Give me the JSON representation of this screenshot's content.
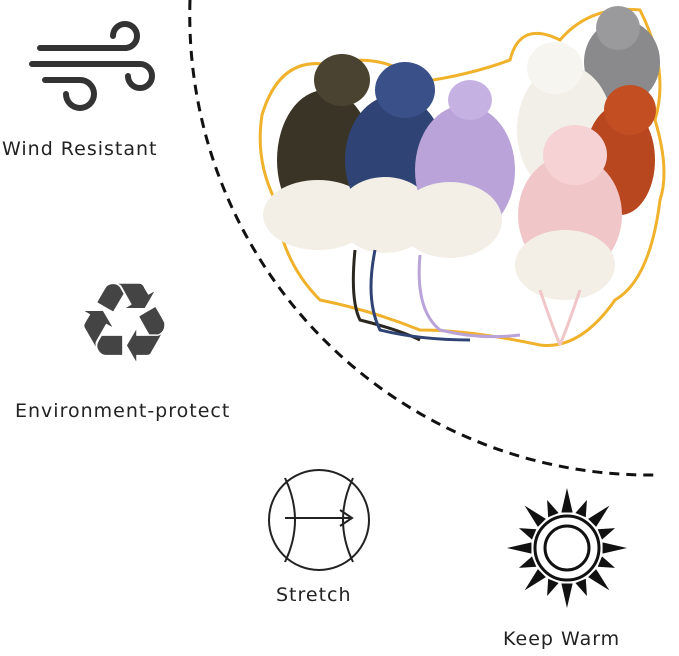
{
  "features": [
    {
      "label": "Wind Resistant",
      "icon": "wind-icon"
    },
    {
      "label": "Environment-protect",
      "icon": "recycle-icon"
    },
    {
      "label": "Stretch",
      "icon": "stretch-icon"
    },
    {
      "label": "Keep Warm",
      "icon": "sun-icon"
    }
  ],
  "product": {
    "hat_colors": [
      "#3a3426",
      "#2f4474",
      "#b9a3d8",
      "#f2efe8",
      "#8a8a8c",
      "#b8461f",
      "#f1c6c8"
    ],
    "fur_color": "#f3efe6",
    "outline_color": "#f0b12b"
  }
}
